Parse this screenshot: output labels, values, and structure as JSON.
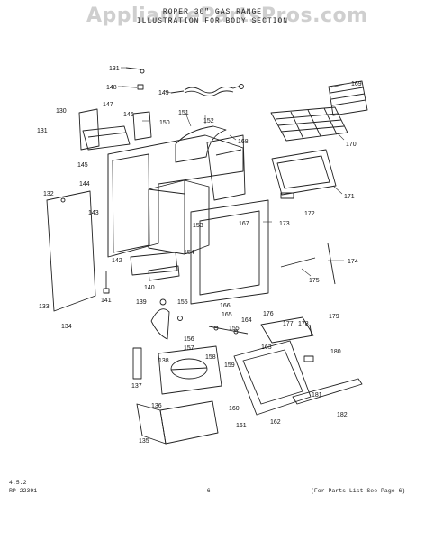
{
  "watermark": "AppliancePartsPros.com",
  "header": {
    "line1": "ROPER 30\" GAS RANGE",
    "line2": "ILLUSTRATION FOR BODY SECTION"
  },
  "callouts": [
    "131",
    "148",
    "149",
    "169",
    "130",
    "147",
    "146",
    "150",
    "151",
    "152",
    "168",
    "131",
    "145",
    "170",
    "144",
    "132",
    "143",
    "153",
    "167",
    "173",
    "171",
    "172",
    "174",
    "142",
    "154",
    "141",
    "140",
    "175",
    "133",
    "139",
    "155",
    "166",
    "165",
    "176",
    "164",
    "134",
    "155",
    "177",
    "178",
    "179",
    "156",
    "157",
    "163",
    "180",
    "138",
    "158",
    "159",
    "137",
    "136",
    "160",
    "161",
    "162",
    "181",
    "182",
    "135"
  ],
  "footer": {
    "code_line1": "4.5.2",
    "code_line2": "RP 22391",
    "page_number": "– 6 –",
    "parts_note": "(For Parts List See Page 6)"
  }
}
